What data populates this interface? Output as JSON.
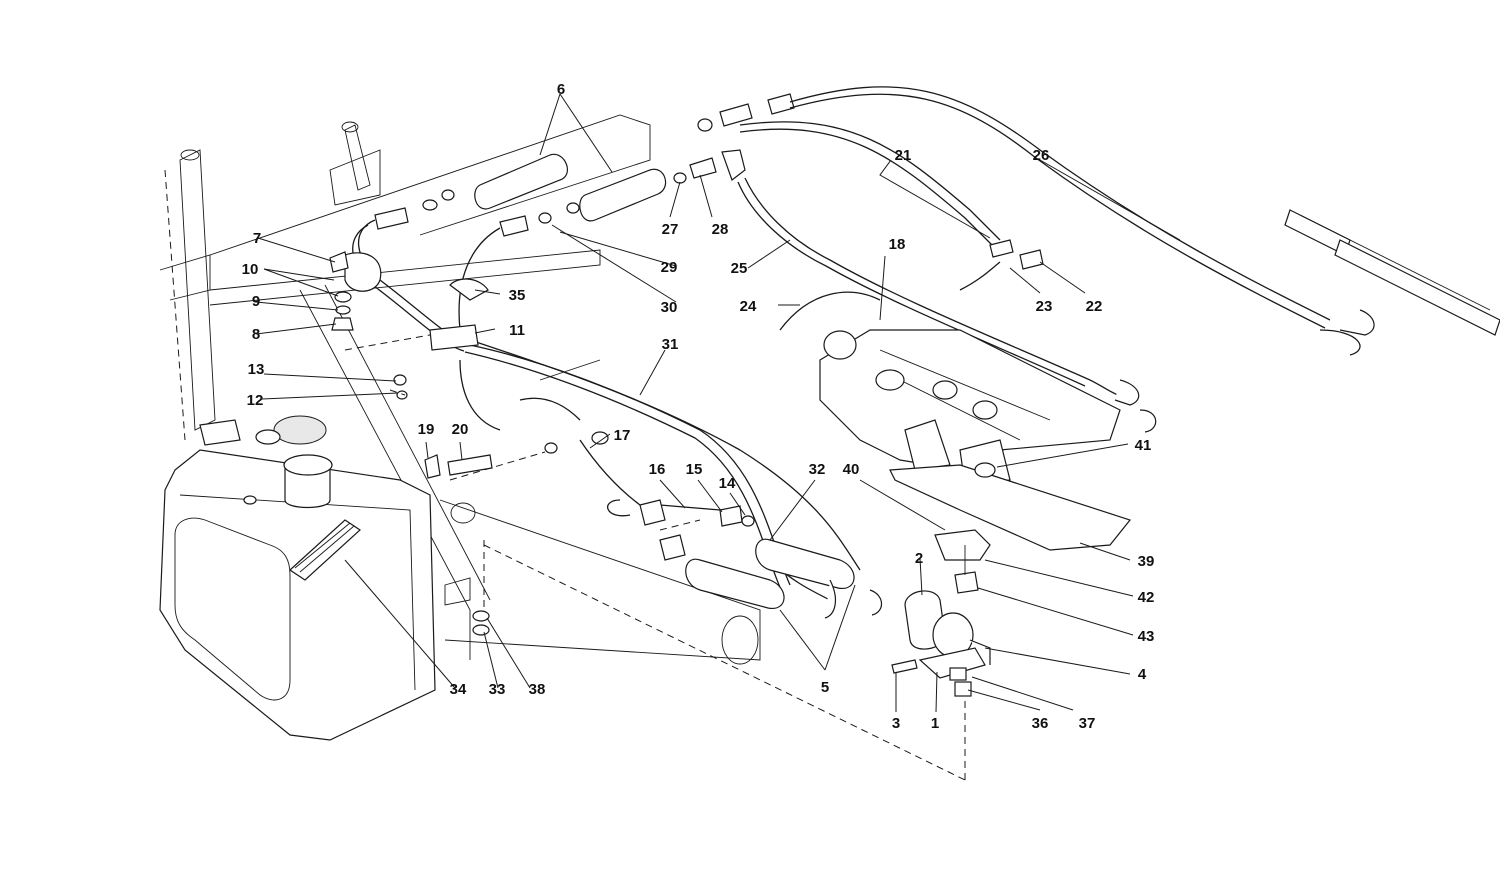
{
  "diagram": {
    "labels": [
      "1",
      "2",
      "3",
      "4",
      "5",
      "6",
      "7",
      "8",
      "9",
      "10",
      "11",
      "12",
      "13",
      "14",
      "15",
      "16",
      "17",
      "18",
      "19",
      "20",
      "21",
      "22",
      "23",
      "24",
      "25",
      "26",
      "27",
      "28",
      "29",
      "30",
      "31",
      "32",
      "33",
      "34",
      "35",
      "36",
      "37",
      "38",
      "39",
      "40",
      "41",
      "42",
      "43"
    ]
  }
}
